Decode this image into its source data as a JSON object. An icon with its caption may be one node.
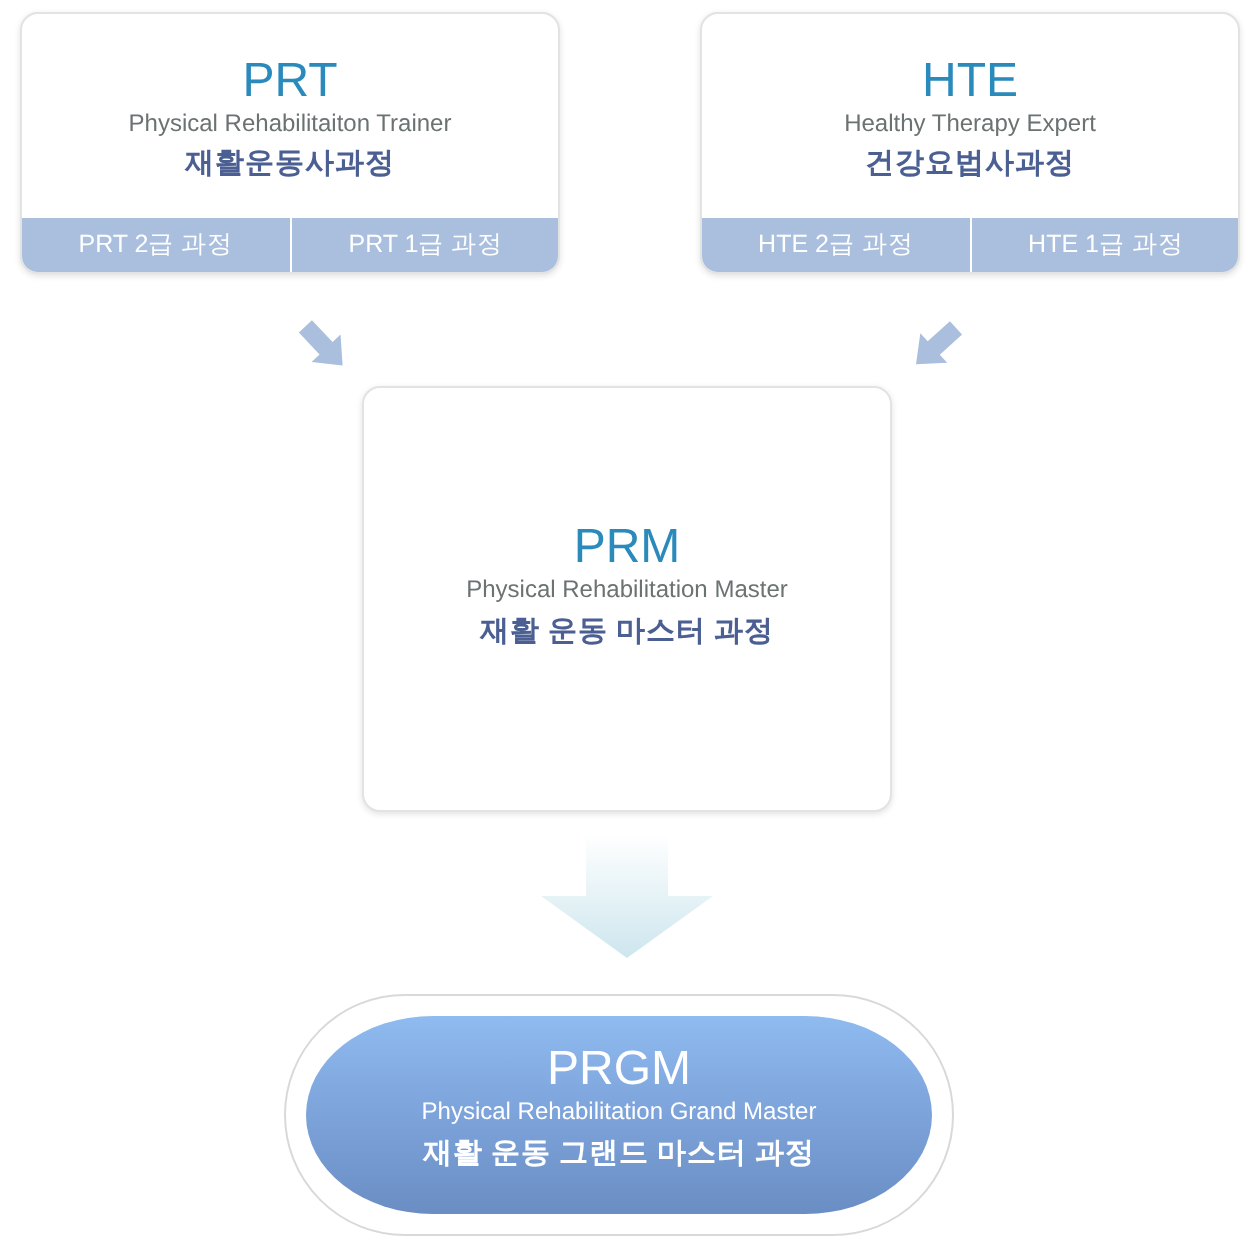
{
  "diagram": {
    "nodes": [
      {
        "text": [
          "PRT",
          "Physical Rehabilitaiton Trainer",
          "재활운동사과정"
        ]
      },
      {
        "text": [
          "PRT 2급 과정"
        ],
        "in": 0
      },
      {
        "text": [
          "PRT 1급 과정"
        ],
        "in": 0
      },
      {
        "text": [
          "HTE",
          "Healthy Therapy Expert",
          "건강요법사과정"
        ]
      },
      {
        "text": [
          "HTE 2급 과정"
        ],
        "in": 3
      },
      {
        "text": [
          "HTE 1급 과정"
        ],
        "in": 3
      },
      {
        "text": [
          "PRM",
          "Physical Rehabilitation Master",
          "재활 운동 마스터 과정"
        ]
      },
      {
        "text": [],
        "shape": "box"
      },
      {
        "text": [
          "PRGM",
          "Physical Rehabilitation Grand Master",
          "재활 운동 그랜드 마스터 과정"
        ],
        "in": 7
      }
    ],
    "edges": [
      {
        "from": 0,
        "to": 6,
        "arrow": "to"
      },
      {
        "from": 3,
        "to": 6,
        "arrow": "to"
      },
      {
        "from": 6,
        "to": 7,
        "arrow": "to",
        "style": "thick",
        "color": "#cde6ee"
      }
    ]
  }
}
